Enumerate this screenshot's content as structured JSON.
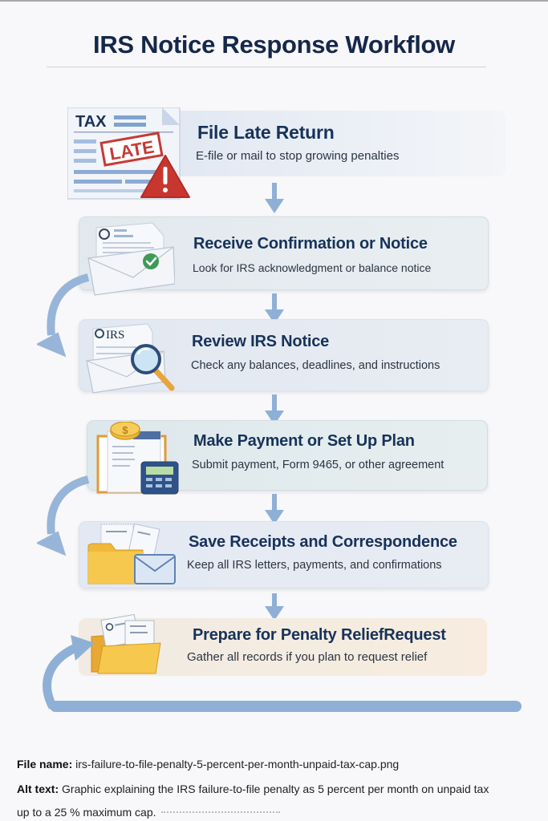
{
  "title": "IRS Notice Response Workflow",
  "steps": [
    {
      "title": "File Late Return",
      "subtitle": "E-file or mail to stop growing penalties",
      "icon": "late-tax-return-icon"
    },
    {
      "title": "Receive Confirmation or Notice",
      "subtitle": "Look for IRS acknowledgment or balance notice",
      "icon": "envelope-check-icon"
    },
    {
      "title": "Review IRS Notice",
      "subtitle": "Check any balances, deadlines, and instructions",
      "icon": "envelope-magnifier-icon"
    },
    {
      "title": "Make Payment or Set Up Plan",
      "subtitle": "Submit payment, Form 9465, or other agreement",
      "icon": "payment-calculator-icon"
    },
    {
      "title": "Save Receipts and Correspondence",
      "subtitle": "Keep all IRS letters, payments, and confirmations",
      "icon": "folder-envelope-icon"
    },
    {
      "title": "Prepare for Penalty ReliefRequest",
      "subtitle": "Gather all records if you plan to request relief",
      "icon": "folder-documents-icon"
    }
  ],
  "icon_text": {
    "tax": "TAX",
    "late": "LATE",
    "irs": "IRS",
    "dollar": "$"
  },
  "footer": {
    "file_name_label": "File name:",
    "file_name": "irs-failure-to-file-penalty-5-percent-per-month-unpaid-tax-cap.png",
    "alt_text_label": "Alt text:",
    "alt_text_line1": "Graphic explaining the IRS failure-to-file penalty as 5 percent per month on unpaid tax",
    "alt_text_line2": "up to a 25 % maximum cap."
  },
  "colors": {
    "title": "#15284a",
    "arrow": "#8fb0d6",
    "card_blue": "#e6ecf4",
    "card_gray": "#e9eef2",
    "card_peach": "#f6ece0",
    "alert_red": "#c8372f",
    "folder_yellow": "#f3c44e"
  }
}
